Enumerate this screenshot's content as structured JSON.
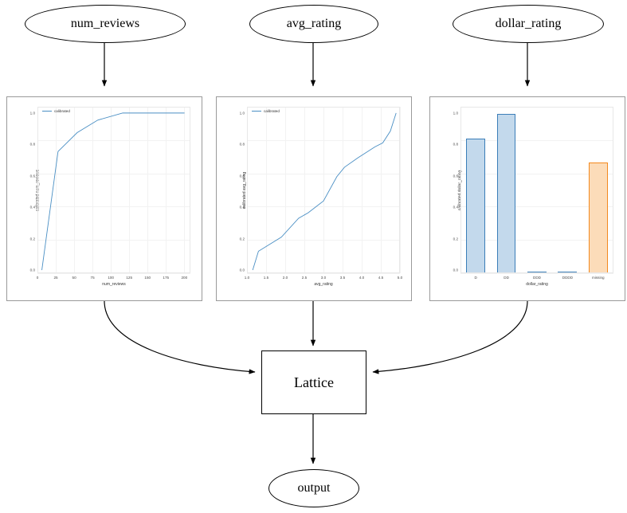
{
  "diagram": {
    "type": "calibrated-lattice-model-flow",
    "input_nodes": [
      {
        "id": "num_reviews",
        "label": "num_reviews",
        "shape": "ellipse"
      },
      {
        "id": "avg_rating",
        "label": "avg_rating",
        "shape": "ellipse"
      },
      {
        "id": "dollar_rating",
        "label": "dollar_rating",
        "shape": "ellipse"
      }
    ],
    "lattice_node": {
      "id": "lattice",
      "label": "Lattice",
      "shape": "box"
    },
    "output_node": {
      "id": "output",
      "label": "output",
      "shape": "ellipse"
    }
  },
  "colors": {
    "line": "#4a8fc4",
    "bar_fill_blue": "#c3d9ec",
    "bar_edge_blue": "#3b7eb8",
    "bar_fill_orange": "#fcdcb9",
    "bar_edge_orange": "#f3891e",
    "panel_border": "#9a9a9a",
    "grid": "#f2f2f2",
    "node_stroke": "#000000"
  },
  "chart_data": [
    {
      "id": "num_reviews_calibrator",
      "type": "line",
      "title": "",
      "xlabel": "num_reviews",
      "ylabel": "calibrated num_reviews",
      "legend": [
        "calibrated"
      ],
      "legend_position": "upper left",
      "grid": true,
      "xlim": [
        0,
        208
      ],
      "ylim": [
        -0.02,
        1.04
      ],
      "xticks": [
        0,
        25,
        50,
        75,
        100,
        125,
        150,
        175,
        200
      ],
      "xtick_labels": [
        "0",
        "25",
        "50",
        "75",
        "100",
        "125",
        "150",
        "175",
        "200"
      ],
      "yticks": [
        0.0,
        0.2,
        0.4,
        0.6,
        0.8,
        1.0
      ],
      "ytick_labels": [
        "0.0",
        "0.2",
        "0.4",
        "0.6",
        "0.8",
        "1.0"
      ],
      "series": [
        {
          "name": "calibrated",
          "x": [
            6,
            28,
            54,
            82,
            116,
            150,
            200
          ],
          "y": [
            0.0,
            0.755,
            0.875,
            0.955,
            1.0,
            1.0,
            1.0
          ]
        }
      ]
    },
    {
      "id": "avg_rating_calibrator",
      "type": "line",
      "title": "",
      "xlabel": "avg_rating",
      "ylabel": "calibrated avg_rating",
      "legend": [
        "calibrated"
      ],
      "legend_position": "upper left",
      "grid": true,
      "xlim": [
        1.0,
        5.0
      ],
      "ylim": [
        -0.02,
        1.04
      ],
      "xticks": [
        1.0,
        1.5,
        2.0,
        2.5,
        3.0,
        3.5,
        4.0,
        4.5,
        5.0
      ],
      "xtick_labels": [
        "1.0",
        "1.5",
        "2.0",
        "2.5",
        "3.0",
        "3.5",
        "4.0",
        "4.5",
        "5.0"
      ],
      "yticks": [
        0.0,
        0.2,
        0.4,
        0.6,
        0.8,
        1.0
      ],
      "ytick_labels": [
        "0.0",
        "0.2",
        "0.4",
        "0.6",
        "0.8",
        "1.0"
      ],
      "series": [
        {
          "name": "calibrated",
          "x": [
            1.15,
            1.3,
            1.9,
            2.35,
            2.6,
            3.0,
            3.35,
            3.55,
            3.9,
            4.35,
            4.55,
            4.75,
            4.9
          ],
          "y": [
            0.0,
            0.12,
            0.21,
            0.33,
            0.365,
            0.44,
            0.595,
            0.655,
            0.715,
            0.785,
            0.81,
            0.885,
            1.0
          ]
        }
      ]
    },
    {
      "id": "dollar_rating_calibrator",
      "type": "bar",
      "title": "",
      "xlabel": "dollar_rating",
      "ylabel": "calibrated dollar_rating",
      "grid": true,
      "ylim": [
        0.0,
        1.04
      ],
      "yticks": [
        0.0,
        0.2,
        0.4,
        0.6,
        0.8,
        1.0
      ],
      "ytick_labels": [
        "0.0",
        "0.2",
        "0.4",
        "0.6",
        "0.8",
        "1.0"
      ],
      "categories": [
        "D",
        "DD",
        "DDD",
        "DDDD",
        "missing"
      ],
      "values": [
        0.84,
        0.995,
        0.01,
        0.0,
        0.69
      ],
      "bar_colors": [
        "blue",
        "blue",
        "blue",
        "blue",
        "orange"
      ]
    }
  ]
}
